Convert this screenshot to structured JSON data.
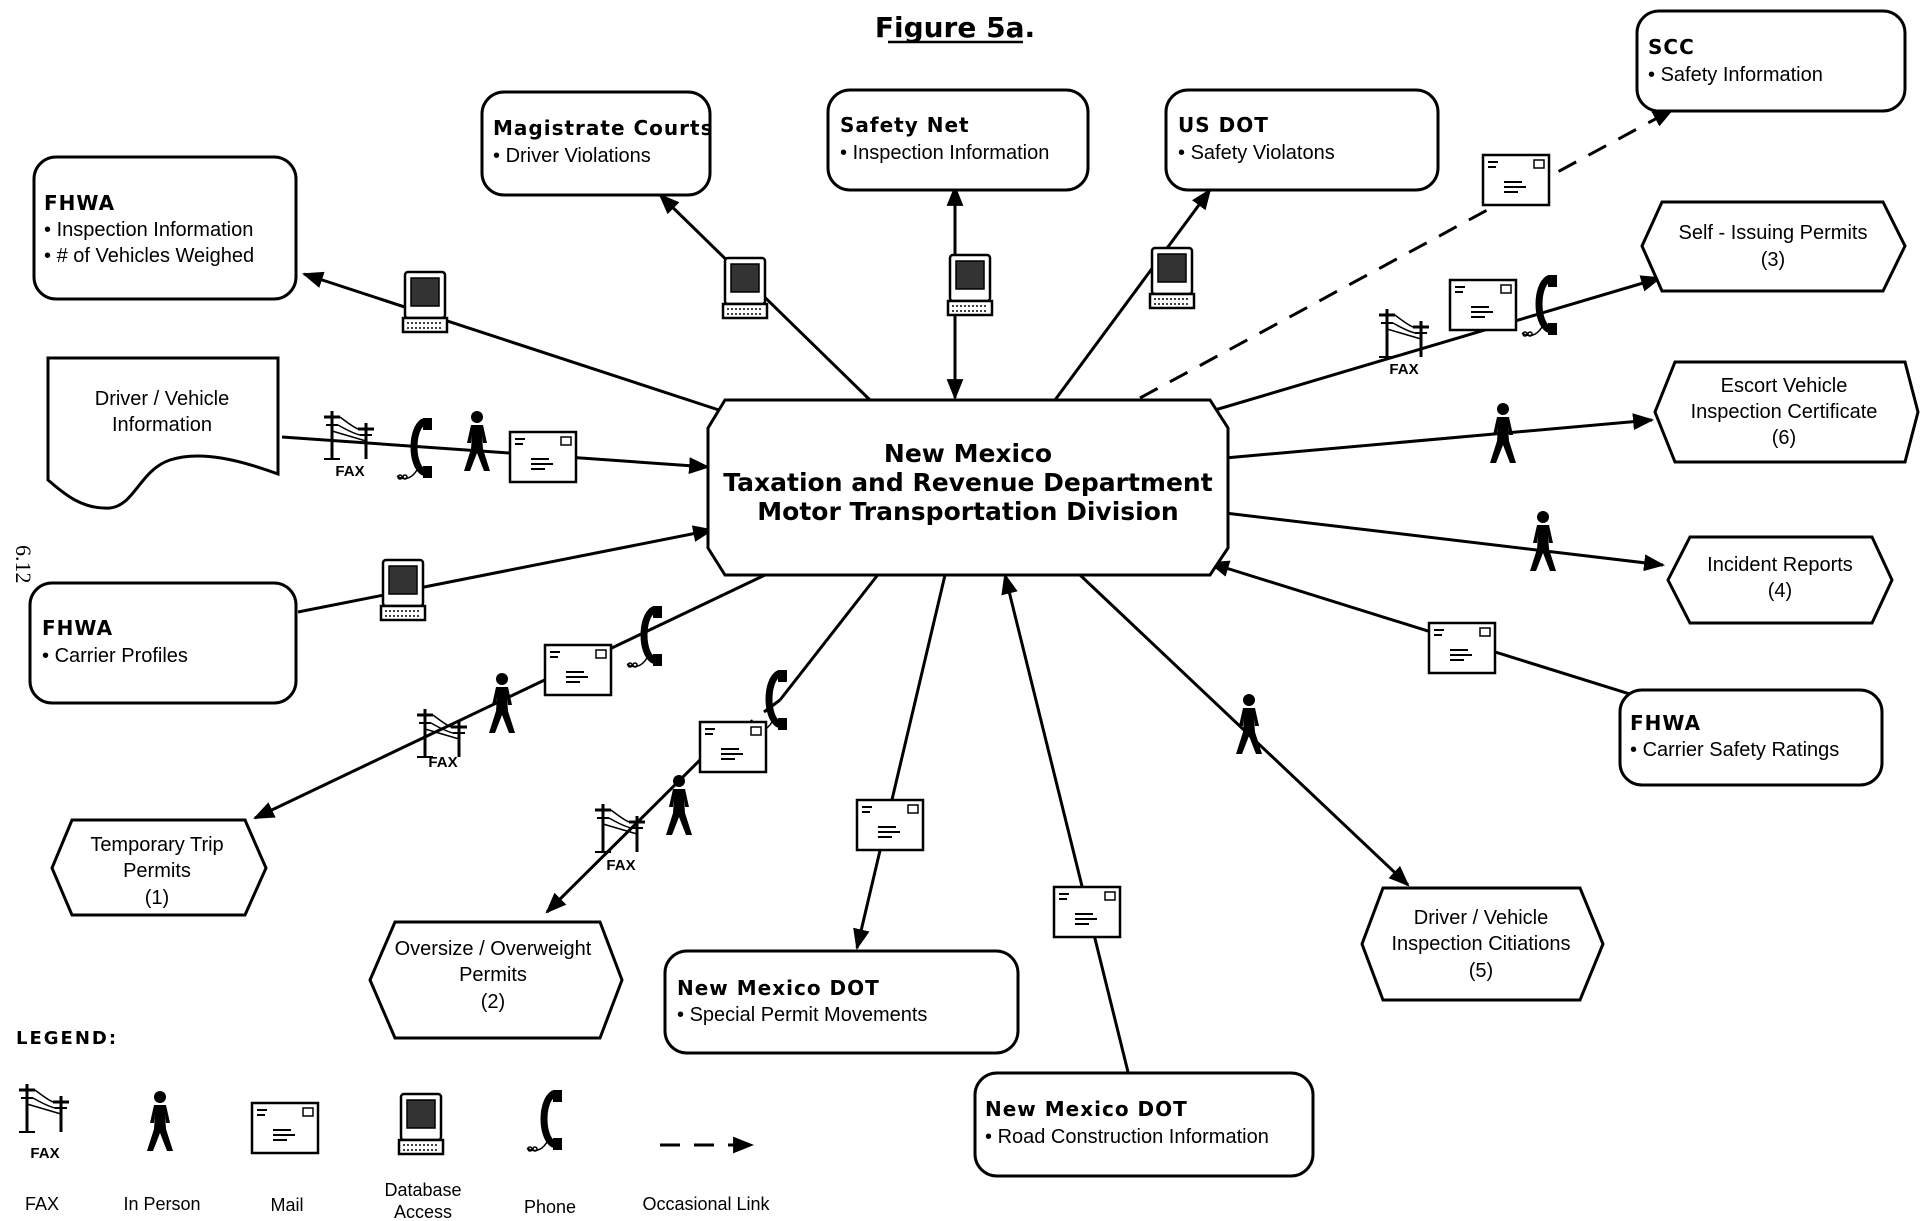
{
  "figure_title": "Figure 5a.",
  "page_number": "6.12",
  "center": {
    "lines": [
      "New Mexico",
      "Taxation and Revenue Department",
      "Motor Transportation Division"
    ]
  },
  "nodes": {
    "fhwa_inspection": {
      "title": "FHWA",
      "items": [
        "Inspection Information",
        "# of Vehicles Weighed"
      ]
    },
    "magistrate_courts": {
      "title": "Magistrate Courts",
      "items": [
        "Driver Violations"
      ]
    },
    "safety_net": {
      "title": "Safety Net",
      "items": [
        "Inspection Information"
      ]
    },
    "us_dot": {
      "title": "US DOT",
      "items": [
        "Safety Violatons"
      ]
    },
    "scc": {
      "title": "SCC",
      "items": [
        "Safety Information"
      ]
    },
    "self_issuing_permits": {
      "lines": [
        "Self -  Issuing Permits",
        "(3)"
      ]
    },
    "driver_vehicle_information": {
      "lines": [
        "Driver / Vehicle",
        "Information"
      ]
    },
    "escort_vehicle": {
      "lines": [
        "Escort Vehicle",
        "Inspection Certificate",
        "(6)"
      ]
    },
    "fhwa_carrier_profiles": {
      "title": "FHWA",
      "items": [
        "Carrier Profiles"
      ]
    },
    "incident_reports": {
      "lines": [
        "Incident Reports",
        "(4)"
      ]
    },
    "fhwa_carrier_safety": {
      "title": "FHWA",
      "items": [
        "Carrier Safety Ratings"
      ]
    },
    "temporary_trip_permits": {
      "lines": [
        "Temporary Trip",
        "Permits",
        "(1)"
      ]
    },
    "oversize_overweight": {
      "lines": [
        "Oversize / Overweight",
        "Permits",
        "(2)"
      ]
    },
    "nm_dot_special": {
      "title": "New Mexico DOT",
      "items": [
        "Special Permit Movements"
      ]
    },
    "nm_dot_road": {
      "title": "New Mexico DOT",
      "items": [
        "Road Construction Information"
      ]
    },
    "driver_vehicle_citations": {
      "lines": [
        "Driver / Vehicle",
        "Inspection Citiations",
        "(5)"
      ]
    }
  },
  "fax_text": "FAX",
  "legend": {
    "title": "LEGEND:",
    "items": [
      {
        "icon": "fax-icon",
        "label": [
          "FAX"
        ]
      },
      {
        "icon": "person-icon",
        "label": [
          "In Person"
        ]
      },
      {
        "icon": "mail-icon",
        "label": [
          "Mail"
        ]
      },
      {
        "icon": "computer-icon",
        "label": [
          "Database",
          "Access"
        ]
      },
      {
        "icon": "phone-icon",
        "label": [
          "Phone"
        ]
      },
      {
        "icon": "dashed-arrow",
        "label": [
          "Occasional Link"
        ]
      }
    ]
  }
}
